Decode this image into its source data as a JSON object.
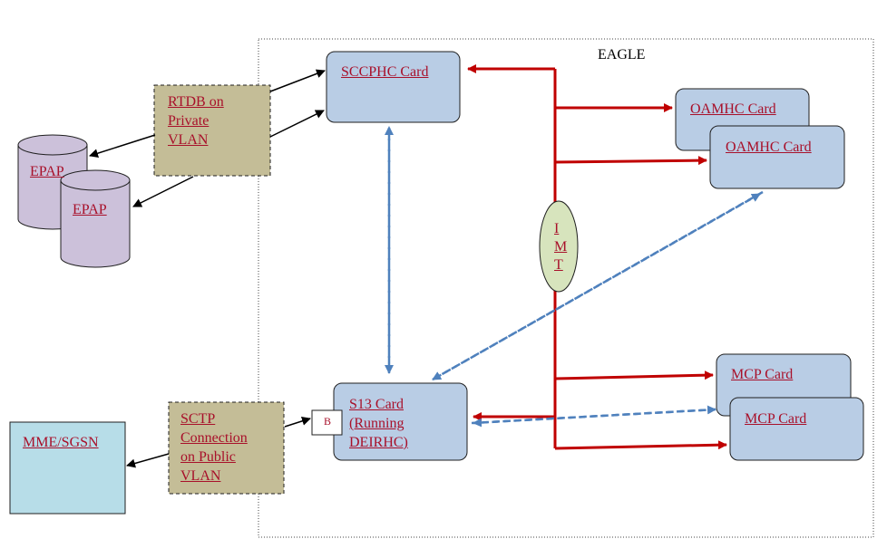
{
  "eagle": {
    "title": "EAGLE"
  },
  "cards": {
    "sccphc": "SCCPHC Card",
    "oamhc_back": "OAMHC Card",
    "oamhc_front": "OAMHC Card",
    "mcp_back": "MCP Card",
    "mcp_front": "MCP Card",
    "s13": "S13 Card\n(Running\nDEIRHC)"
  },
  "imt": {
    "label": "I\nM\nT"
  },
  "rtdb": {
    "label": "RTDB on\nPrivate\nVLAN"
  },
  "sctp": {
    "label": "SCTP\nConnection\non Public\nVLAN"
  },
  "epap": {
    "back": "EPAP",
    "front": "EPAP"
  },
  "mme": {
    "label": "MME/SGSN"
  },
  "port": {
    "label": "B"
  },
  "colors": {
    "card_fill": "#b9cde5",
    "note_fill": "#c4bd97",
    "epap_fill": "#ccc1da",
    "mme_fill": "#b7dde8",
    "imt_fill": "#d7e4bd",
    "red_line": "#c00000",
    "blue_dash": "#4f81bd"
  }
}
